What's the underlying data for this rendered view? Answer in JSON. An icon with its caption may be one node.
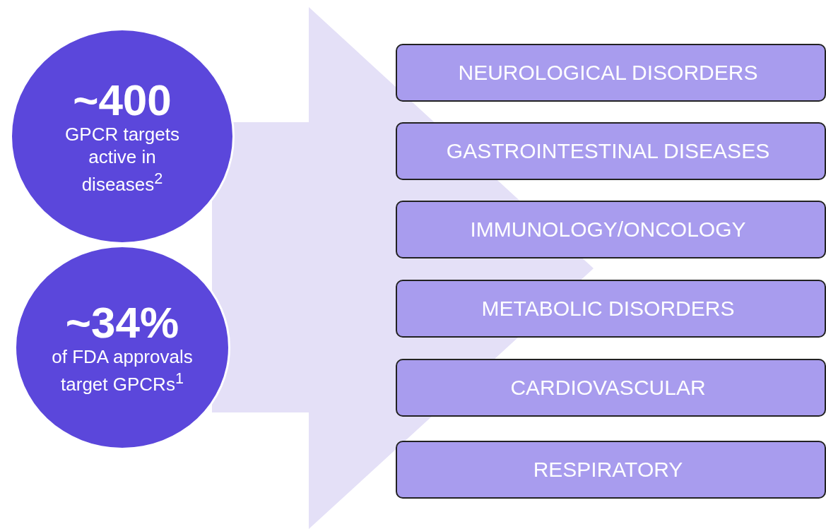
{
  "diagram": {
    "nodes": [
      {
        "text": [
          "~400",
          "GPCR targets active in diseases$^{2}$"
        ]
      },
      {
        "text": [
          "~34%",
          "of FDA approvals target GPCRs$^{1}$"
        ]
      },
      {
        "text": [
          "NEUROLOGICAL DISORDERS"
        ]
      },
      {
        "text": [
          "GASTROINTESTINAL DISEASES"
        ]
      },
      {
        "text": [
          "IMMUNOLOGY/ONCOLOGY"
        ]
      },
      {
        "text": [
          "METABOLIC DISORDERS"
        ]
      },
      {
        "text": [
          "CARDIOVASCULAR"
        ]
      },
      {
        "text": [
          "RESPIRATORY"
        ]
      }
    ],
    "edges": [
      {
        "from": 0,
        "to": 4,
        "arrow": "to"
      },
      {
        "from": 1,
        "to": 4,
        "arrow": "to"
      }
    ]
  }
}
